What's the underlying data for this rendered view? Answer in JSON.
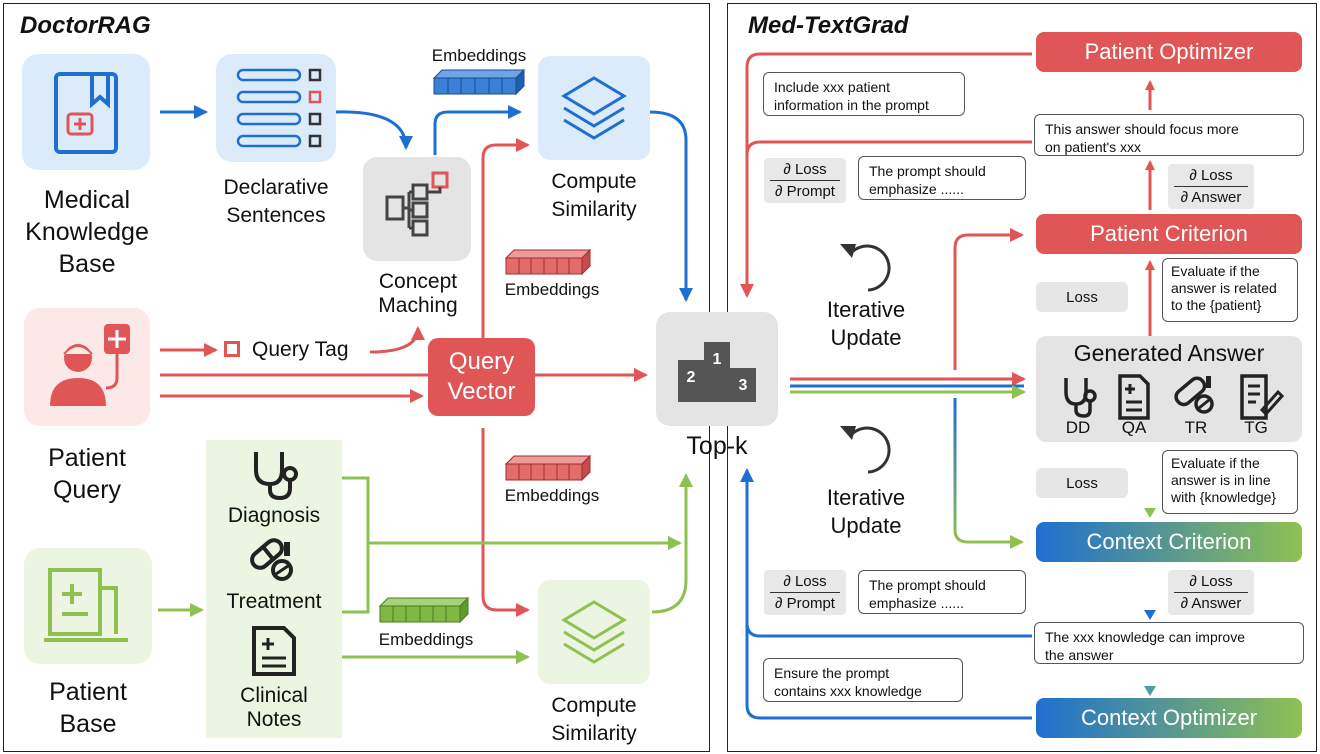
{
  "left": {
    "title": "DoctorRAG",
    "knowledge_base": "Medical\nKnowledge\nBase",
    "declarative": "Declarative\nSentences",
    "concept": "Concept\nMaching",
    "embeddings_top": "Embeddings",
    "compute_top": "Compute\nSimilarity",
    "embeddings_mid": "Embeddings",
    "patient_query": "Patient\nQuery",
    "query_tag": "Query Tag",
    "query_vector": "Query\nVector",
    "topk": "Top-k",
    "embeddings_low": "Embeddings",
    "patient_base": "Patient\nBase",
    "diagnosis": "Diagnosis",
    "treatment": "Treatment",
    "clinical_notes": "Clinical\nNotes",
    "embeddings_green": "Embeddings",
    "compute_bottom": "Compute\nSimilarity"
  },
  "right": {
    "title": "Med-TextGrad",
    "patient_optimizer": "Patient Optimizer",
    "bubble_include": "Include xxx patient\ninformation in the prompt",
    "bubble_focus": "This answer should focus more\non patient's xxx",
    "frac_loss_prompt_1": {
      "num": "∂ Loss",
      "den": "∂ Prompt"
    },
    "bubble_emph_1": "The prompt should\nemphasize ......",
    "frac_loss_answer_1": {
      "num": "∂ Loss",
      "den": "∂ Answer"
    },
    "patient_criterion": "Patient Criterion",
    "iterative_1": "Iterative\nUpdate",
    "loss_1": "Loss",
    "bubble_eval_patient": "Evaluate if the\nanswer is related\nto the {patient}",
    "generated_answer": "Generated Answer",
    "tasks": [
      "DD",
      "QA",
      "TR",
      "TG"
    ],
    "loss_2": "Loss",
    "bubble_eval_knowledge": "Evaluate if the\nanswer is in line\nwith {knowledge}",
    "iterative_2": "Iterative\nUpdate",
    "context_criterion": "Context Criterion",
    "frac_loss_prompt_2": {
      "num": "∂ Loss",
      "den": "∂ Prompt"
    },
    "bubble_emph_2": "The prompt should\nemphasize ......",
    "frac_loss_answer_2": {
      "num": "∂ Loss",
      "den": "∂ Answer"
    },
    "bubble_improve": "The xxx knowledge can improve\nthe answer",
    "bubble_ensure": "Ensure the prompt\ncontains xxx knowledge",
    "context_optimizer": "Context Optimizer"
  },
  "colors": {
    "blue": "#1f6fd1",
    "red": "#e05656",
    "green": "#8fc052",
    "red_pill": "#e05656",
    "grey_box": "#e4e4e4"
  }
}
